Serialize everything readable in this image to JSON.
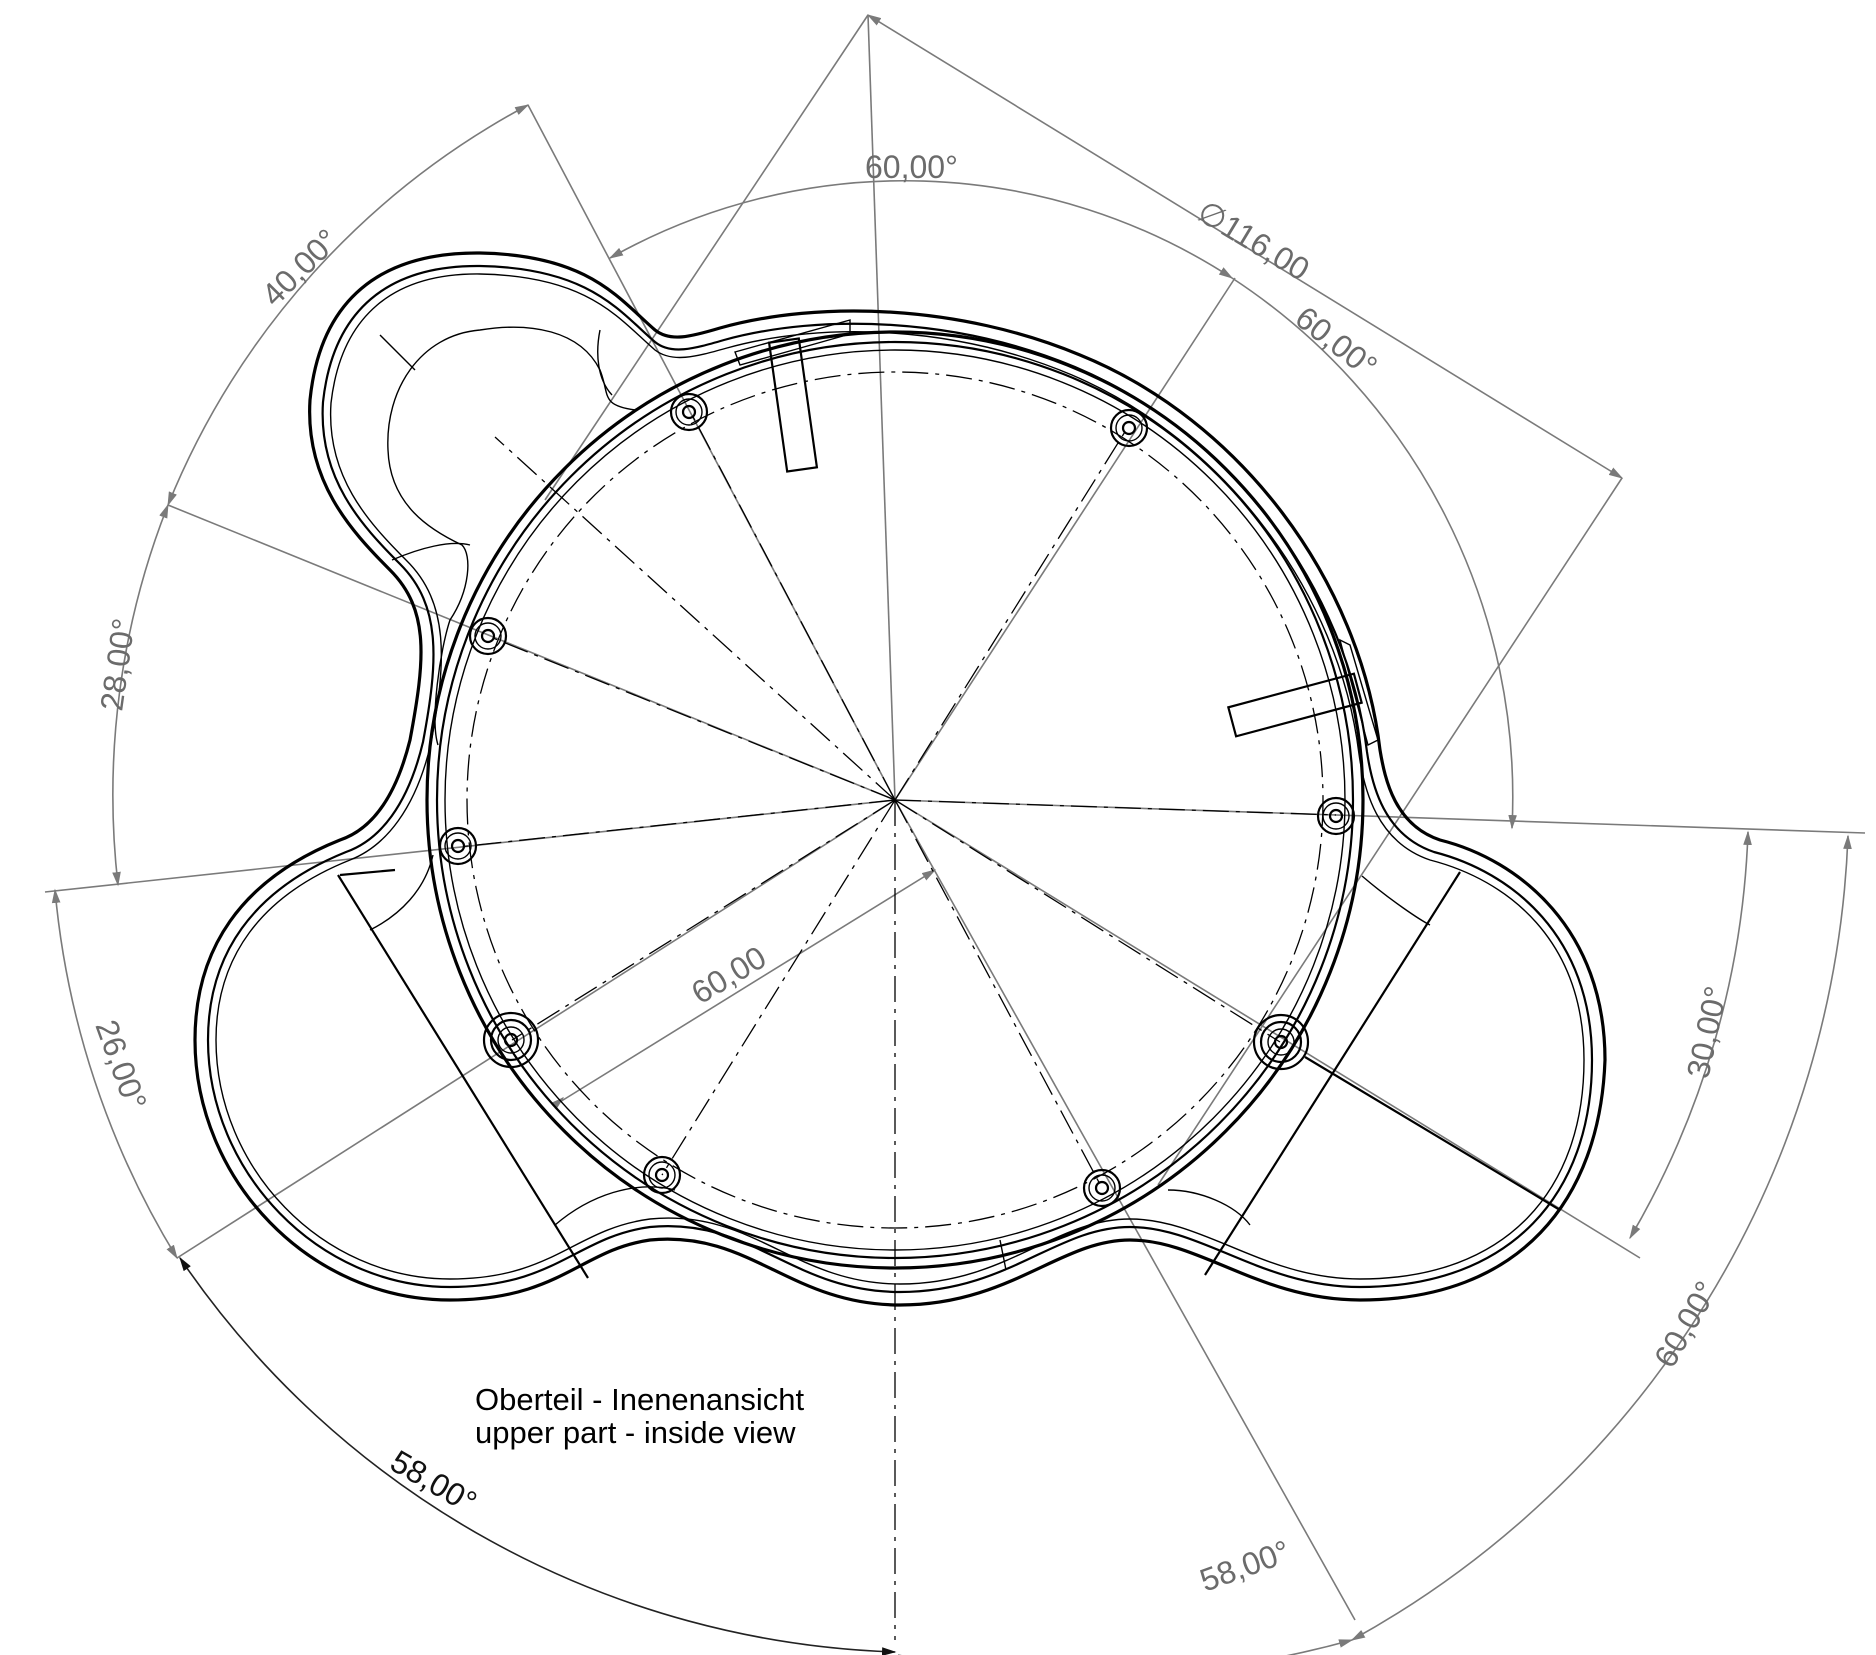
{
  "drawing": {
    "caption_de": "Oberteil - Inenenansicht",
    "caption_en": "upper part - inside view",
    "dimensions": {
      "angle_top": "60,00°",
      "diameter": "∅116,00",
      "angle_upper_right": "60,00°",
      "angle_upper_left": "40,00°",
      "angle_left": "28,00°",
      "angle_lower_left": "26,00°",
      "angle_bottom_left": "58,00°",
      "angle_bottom_right": "58,00°",
      "angle_right_inner": "30,00°",
      "angle_right_outer": "60,00°",
      "radius": "60,00"
    }
  }
}
